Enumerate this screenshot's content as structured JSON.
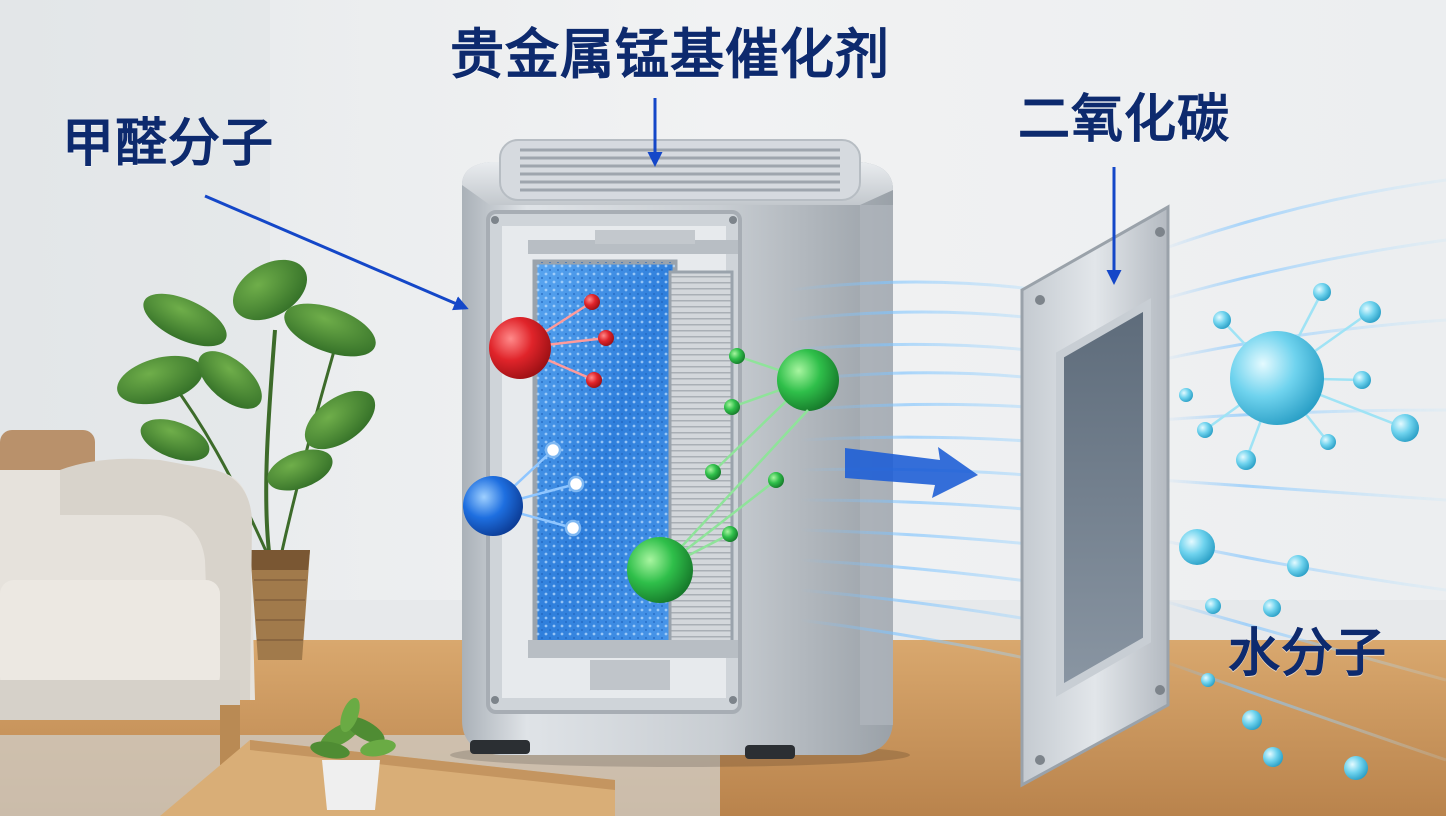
{
  "labels": {
    "catalyst": "贵金属锰基催化剂",
    "formaldehyde": "甲醛分子",
    "carbon_dioxide": "二氧化碳",
    "water": "水分子"
  },
  "colors": {
    "label_text": "#0d2a6e",
    "arrow": "#1447c8",
    "formaldehyde_molecule": "#e0242a",
    "oxygen_molecule_blue": "#1e6fe0",
    "green_molecule": "#2fbf4a",
    "water_molecule": "#6fd3ee",
    "catalyst_filter": "#3f8ee6",
    "purifier_body": "#c9ced4",
    "wall": "#eef0f2",
    "floor": "#c7935a"
  },
  "icons": {
    "plant": "potted-plant",
    "sofa": "sofa",
    "table": "coffee-table"
  }
}
